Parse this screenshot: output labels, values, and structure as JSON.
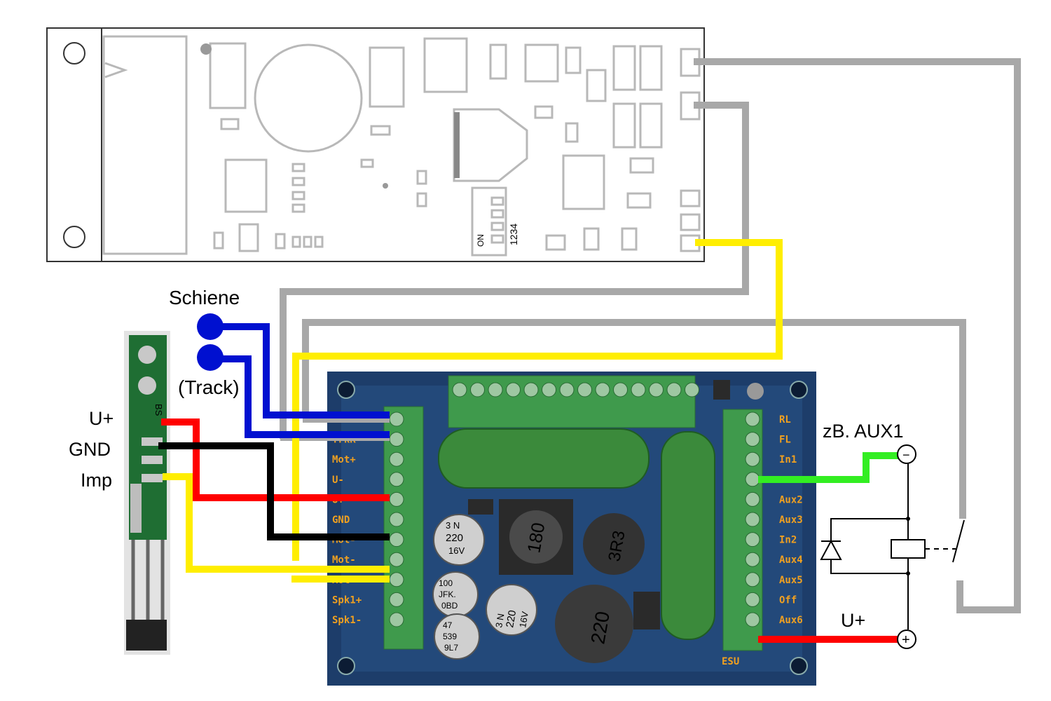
{
  "labels": {
    "schiene": "Schiene",
    "track": "(Track)",
    "sensor_u_plus": "U+",
    "sensor_gnd": "GND",
    "sensor_imp": "Imp",
    "aux_example": "zB. AUX1",
    "relay_u_plus": "U+",
    "sensor_mark": "BS"
  },
  "decoder": {
    "brand": "ESU",
    "left_pins": [
      "TrkL",
      "TrkR",
      "Mot+",
      "U-",
      "U+",
      "GND",
      "Mot-",
      "Mot-",
      "Mot-",
      "Spk1+",
      "Spk1-"
    ],
    "right_pins": [
      "RL",
      "FL",
      "In1",
      "",
      "Aux2",
      "Aux3",
      "In2",
      "Aux4",
      "Aux5",
      "Off",
      "Aux6"
    ]
  },
  "components": {
    "choke1": "180",
    "choke2": "3R3",
    "choke3": "220",
    "cap_a": [
      "3 N",
      "220",
      "16V"
    ],
    "cap_b": [
      "100",
      "JFK.",
      "0BD"
    ],
    "cap_c": [
      "47",
      "539",
      "9L7"
    ],
    "cap_d": [
      "3 N",
      "220",
      "16V"
    ]
  },
  "dip": {
    "on": "ON",
    "numbers": "1234"
  },
  "relay_symbols": {
    "minus": "−",
    "plus": "+"
  },
  "colors": {
    "track_wire": "#0010d0",
    "gray_wire": "#a8a8a8",
    "yellow_wire": "#ffee00",
    "red_wire": "#ff0000",
    "black_wire": "#000000",
    "green_wire": "#33ee22",
    "decoder_board": "#1d3d6a",
    "terminal_green": "#3f9a4c"
  }
}
